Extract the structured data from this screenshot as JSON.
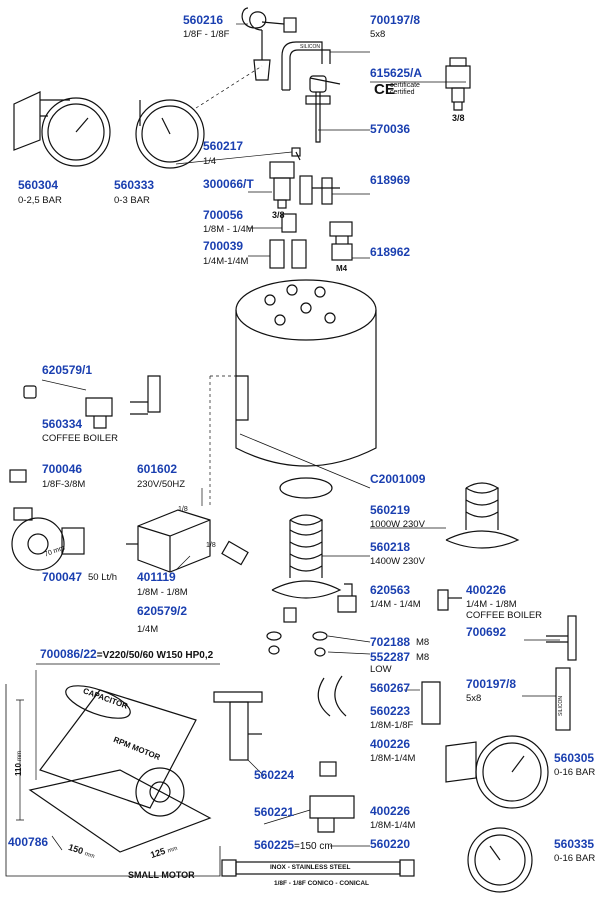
{
  "parts": [
    {
      "id": "p560216",
      "code": "560216",
      "desc": "1/8F - 1/8F"
    },
    {
      "id": "p700197a",
      "code": "700197/8",
      "desc": "5x8"
    },
    {
      "id": "p615625",
      "code": "615625/A",
      "desc": ""
    },
    {
      "id": "p570036",
      "code": "570036",
      "desc": ""
    },
    {
      "id": "p560304",
      "code": "560304",
      "desc": "0-2,5 BAR"
    },
    {
      "id": "p560333",
      "code": "560333",
      "desc": "0-3 BAR"
    },
    {
      "id": "p560217",
      "code": "560217",
      "desc": "1/4"
    },
    {
      "id": "p300066",
      "code": "300066/T",
      "desc": ""
    },
    {
      "id": "p618969",
      "code": "618969",
      "desc": ""
    },
    {
      "id": "p700056",
      "code": "700056",
      "desc": "1/8M - 1/4M"
    },
    {
      "id": "p700039",
      "code": "700039",
      "desc": "1/4M-1/4M"
    },
    {
      "id": "p618962",
      "code": "618962",
      "desc": ""
    },
    {
      "id": "p620579a",
      "code": "620579/1",
      "desc": ""
    },
    {
      "id": "p560334",
      "code": "560334",
      "desc": "COFFEE BOILER"
    },
    {
      "id": "p700046",
      "code": "700046",
      "desc": "1/8F-3/8M"
    },
    {
      "id": "p601602",
      "code": "601602",
      "desc": "230V/50HZ"
    },
    {
      "id": "pC2001009",
      "code": "C2001009",
      "desc": ""
    },
    {
      "id": "p560219",
      "code": "560219",
      "desc": "1000W 230V"
    },
    {
      "id": "p560218",
      "code": "560218",
      "desc": "1400W 230V"
    },
    {
      "id": "p700047",
      "code": "700047",
      "desc": "50 Lt/h"
    },
    {
      "id": "p401119",
      "code": "401119",
      "desc": "1/8M - 1/8M"
    },
    {
      "id": "p620563",
      "code": "620563",
      "desc": "1/4M - 1/4M"
    },
    {
      "id": "p400226a",
      "code": "400226",
      "desc": "1/4M - 1/8M",
      "desc2": "COFFEE BOILER"
    },
    {
      "id": "p620579b",
      "code": "620579/2",
      "desc": "1/4M"
    },
    {
      "id": "p700692",
      "code": "700692",
      "desc": ""
    },
    {
      "id": "p702188",
      "code": "702188",
      "desc": "M8"
    },
    {
      "id": "p552287",
      "code": "552287",
      "desc": "M8",
      "desc2": "LOW"
    },
    {
      "id": "p700086",
      "code": "700086/22",
      "desc": "=V220/50/60 W150 HP0,2"
    },
    {
      "id": "p560267",
      "code": "560267",
      "desc": ""
    },
    {
      "id": "p700197b",
      "code": "700197/8",
      "desc": "5x8"
    },
    {
      "id": "p560223",
      "code": "560223",
      "desc": "1/8M-1/8F"
    },
    {
      "id": "p400226b",
      "code": "400226",
      "desc": "1/8M-1/4M"
    },
    {
      "id": "p560224",
      "code": "560224",
      "desc": ""
    },
    {
      "id": "p560305",
      "code": "560305",
      "desc": "0-16 BAR"
    },
    {
      "id": "p560221",
      "code": "560221",
      "desc": ""
    },
    {
      "id": "p400226c",
      "code": "400226",
      "desc": "1/8M-1/4M"
    },
    {
      "id": "p400786",
      "code": "400786",
      "desc": ""
    },
    {
      "id": "p560225",
      "code": "560225",
      "desc": "=150 cm"
    },
    {
      "id": "p560220",
      "code": "560220",
      "desc": ""
    },
    {
      "id": "p560335",
      "code": "560335",
      "desc": "0-16 BAR"
    }
  ],
  "annotations": {
    "certificate": "certificate",
    "certified": "certified",
    "thread_38_a": "3/8",
    "thread_38_b": "3/8",
    "m4": "M4",
    "eighth_a": "1/8",
    "eighth_b": "1/8",
    "dim_110": "110",
    "dim_mm": "mm",
    "dim_150": "150",
    "dim_125": "125",
    "small_motor": "SMALL MOTOR",
    "capacitor": "CAPACITOR",
    "rpm_motor": "RPM MOTOR",
    "silicon_a": "SILICON",
    "silicon_b": "SILICON",
    "hose_label": "INOX - STAINLESS STEEL",
    "hose_ends": "1/8F - 1/8F CONICO - CONICAL",
    "ce_mark": "CE",
    "pump_dim": "70 mm"
  },
  "colors": {
    "code_blue": "#1a3fb0",
    "line": "#111111"
  }
}
